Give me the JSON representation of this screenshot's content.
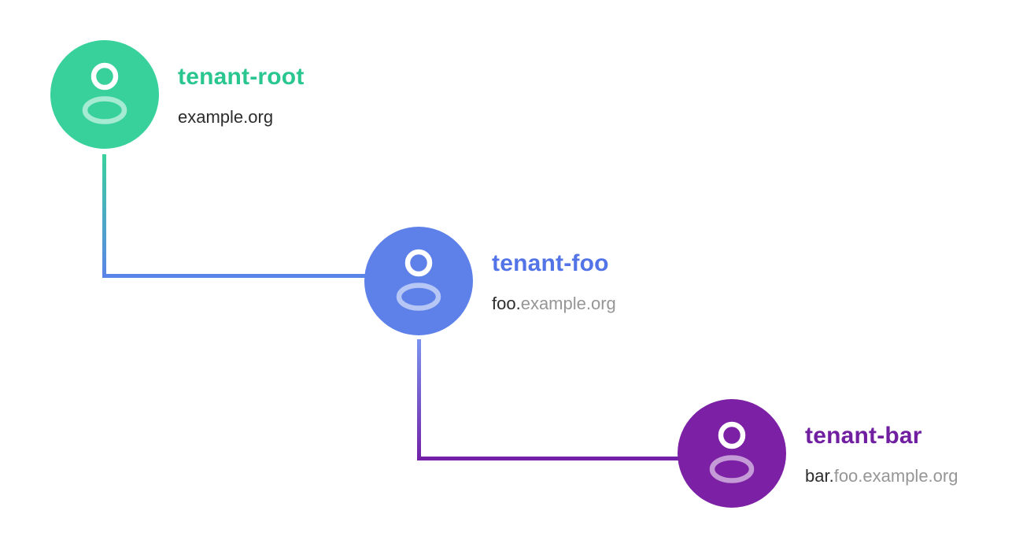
{
  "diagram": {
    "name": "tenant-hierarchy",
    "background": "#ffffff",
    "nodes": [
      {
        "name": "tenant-root",
        "label": "tenant-root",
        "domain_own": "example.org",
        "domain_inherited": "",
        "circle_color": "#38d19c",
        "label_color": "#29c68f",
        "icon": "user-icon"
      },
      {
        "name": "tenant-foo",
        "label": "tenant-foo",
        "domain_own": "foo.",
        "domain_inherited": "example.org",
        "circle_color": "#5d80e9",
        "label_color": "#5374e6",
        "icon": "user-icon"
      },
      {
        "name": "tenant-bar",
        "label": "tenant-bar",
        "domain_own": "bar.",
        "domain_inherited": "foo.example.org",
        "circle_color": "#7c20a6",
        "label_color": "#701fa0",
        "icon": "user-icon"
      }
    ],
    "connectors": [
      {
        "from": "tenant-root",
        "to": "tenant-foo",
        "start_color": "#3bd19e",
        "end_color": "#5b84e8"
      },
      {
        "from": "tenant-foo",
        "to": "tenant-bar",
        "start_color": "#7b94ef",
        "end_color": "#7221a8"
      }
    ],
    "text_colors": {
      "domain_own": "#2d2d2d",
      "domain_inherited": "#969696"
    }
  }
}
